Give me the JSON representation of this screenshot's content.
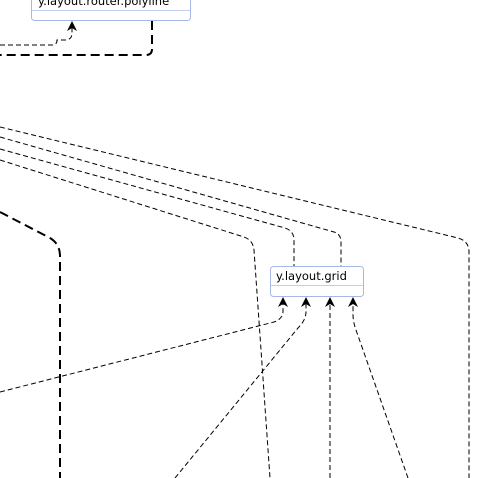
{
  "diagram": {
    "nodes": [
      {
        "id": "router_polyline",
        "label": "y.layout.router.polyline"
      },
      {
        "id": "grid",
        "label": "y.layout.grid"
      }
    ],
    "edges": [
      {
        "from": "offscreen-left",
        "to": "router_polyline",
        "style": "dashed"
      },
      {
        "from": "router_polyline",
        "to": "offscreen-left",
        "style": "dashed-bold"
      },
      {
        "from": "offscreen-left",
        "to": "offscreen-bottom",
        "style": "dashed"
      },
      {
        "from": "offscreen-left",
        "to": "grid",
        "style": "dashed"
      },
      {
        "from": "offscreen-left",
        "to": "grid",
        "style": "dashed"
      },
      {
        "from": "offscreen-left",
        "to": "offscreen-bottom",
        "style": "dashed"
      },
      {
        "from": "offscreen-left",
        "to": "grid",
        "style": "dashed"
      },
      {
        "from": "offscreen-bottom",
        "to": "grid",
        "style": "dashed"
      },
      {
        "from": "offscreen-bottom",
        "to": "grid",
        "style": "dashed"
      },
      {
        "from": "offscreen-bottom",
        "to": "grid",
        "style": "dashed"
      },
      {
        "from": "offscreen-left",
        "to": "offscreen-bottom",
        "style": "dashed-bold"
      }
    ]
  }
}
